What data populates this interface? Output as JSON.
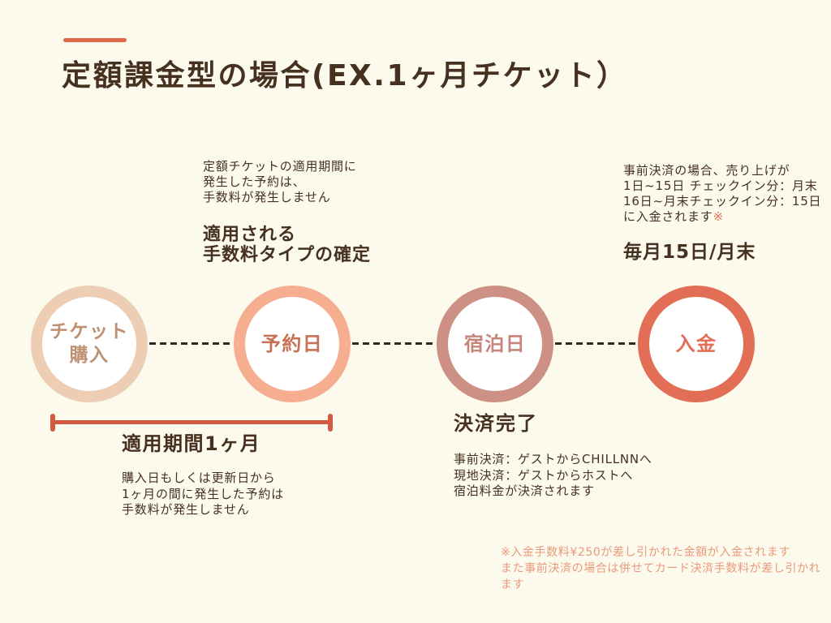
{
  "meta": {
    "background": "#FCFAEC",
    "ink": "#46301F",
    "accent": "#E0684B"
  },
  "title": "定額課金型の場合(EX.1ヶ月チケット）",
  "fee_type": {
    "note": "定額チケットの適用期間に\n発生した予約は、\n手数料が発生しません",
    "heading": "適用される\n手数料タイプの確定"
  },
  "payout": {
    "note": "事前決済の場合、売り上げが\n1日~15日 チェックイン分：月末\n16日~月末チェックイン分：15日\nに入金されます",
    "note_mark": "※",
    "heading": "毎月15日/月末"
  },
  "timeline": {
    "connector_color": "#34261A",
    "steps": [
      {
        "id": "ticket-purchase",
        "label": "チケット\n購入",
        "ring_color": "#EDCEB5",
        "label_color": "#BE9173"
      },
      {
        "id": "booking-date",
        "label": "予約日",
        "ring_color": "#F6AD90",
        "label_color": "#C77257"
      },
      {
        "id": "stay-date",
        "label": "宿泊日",
        "ring_color": "#CC9184",
        "label_color": "#C6857A"
      },
      {
        "id": "deposit",
        "label": "入金",
        "ring_color": "#E26E55",
        "label_color": "#E26E55"
      }
    ]
  },
  "period": {
    "bracket_color": "#D15A41",
    "heading": "適用期間1ヶ月",
    "note": "購入日もしくは更新日から\n1ヶ月の間に発生した予約は\n手数料が発生しません"
  },
  "settlement": {
    "heading": "決済完了",
    "note": "事前決済：ゲストからCHILLNNへ\n現地決済：ゲストからホストへ\n宿泊料金が決済されます"
  },
  "footnote": {
    "text": "※入金手数料¥250が差し引かれた金額が入金されます\nまた事前決済の場合は併せてカード決済手数料が差し引かれます",
    "color": "#E9997D"
  }
}
